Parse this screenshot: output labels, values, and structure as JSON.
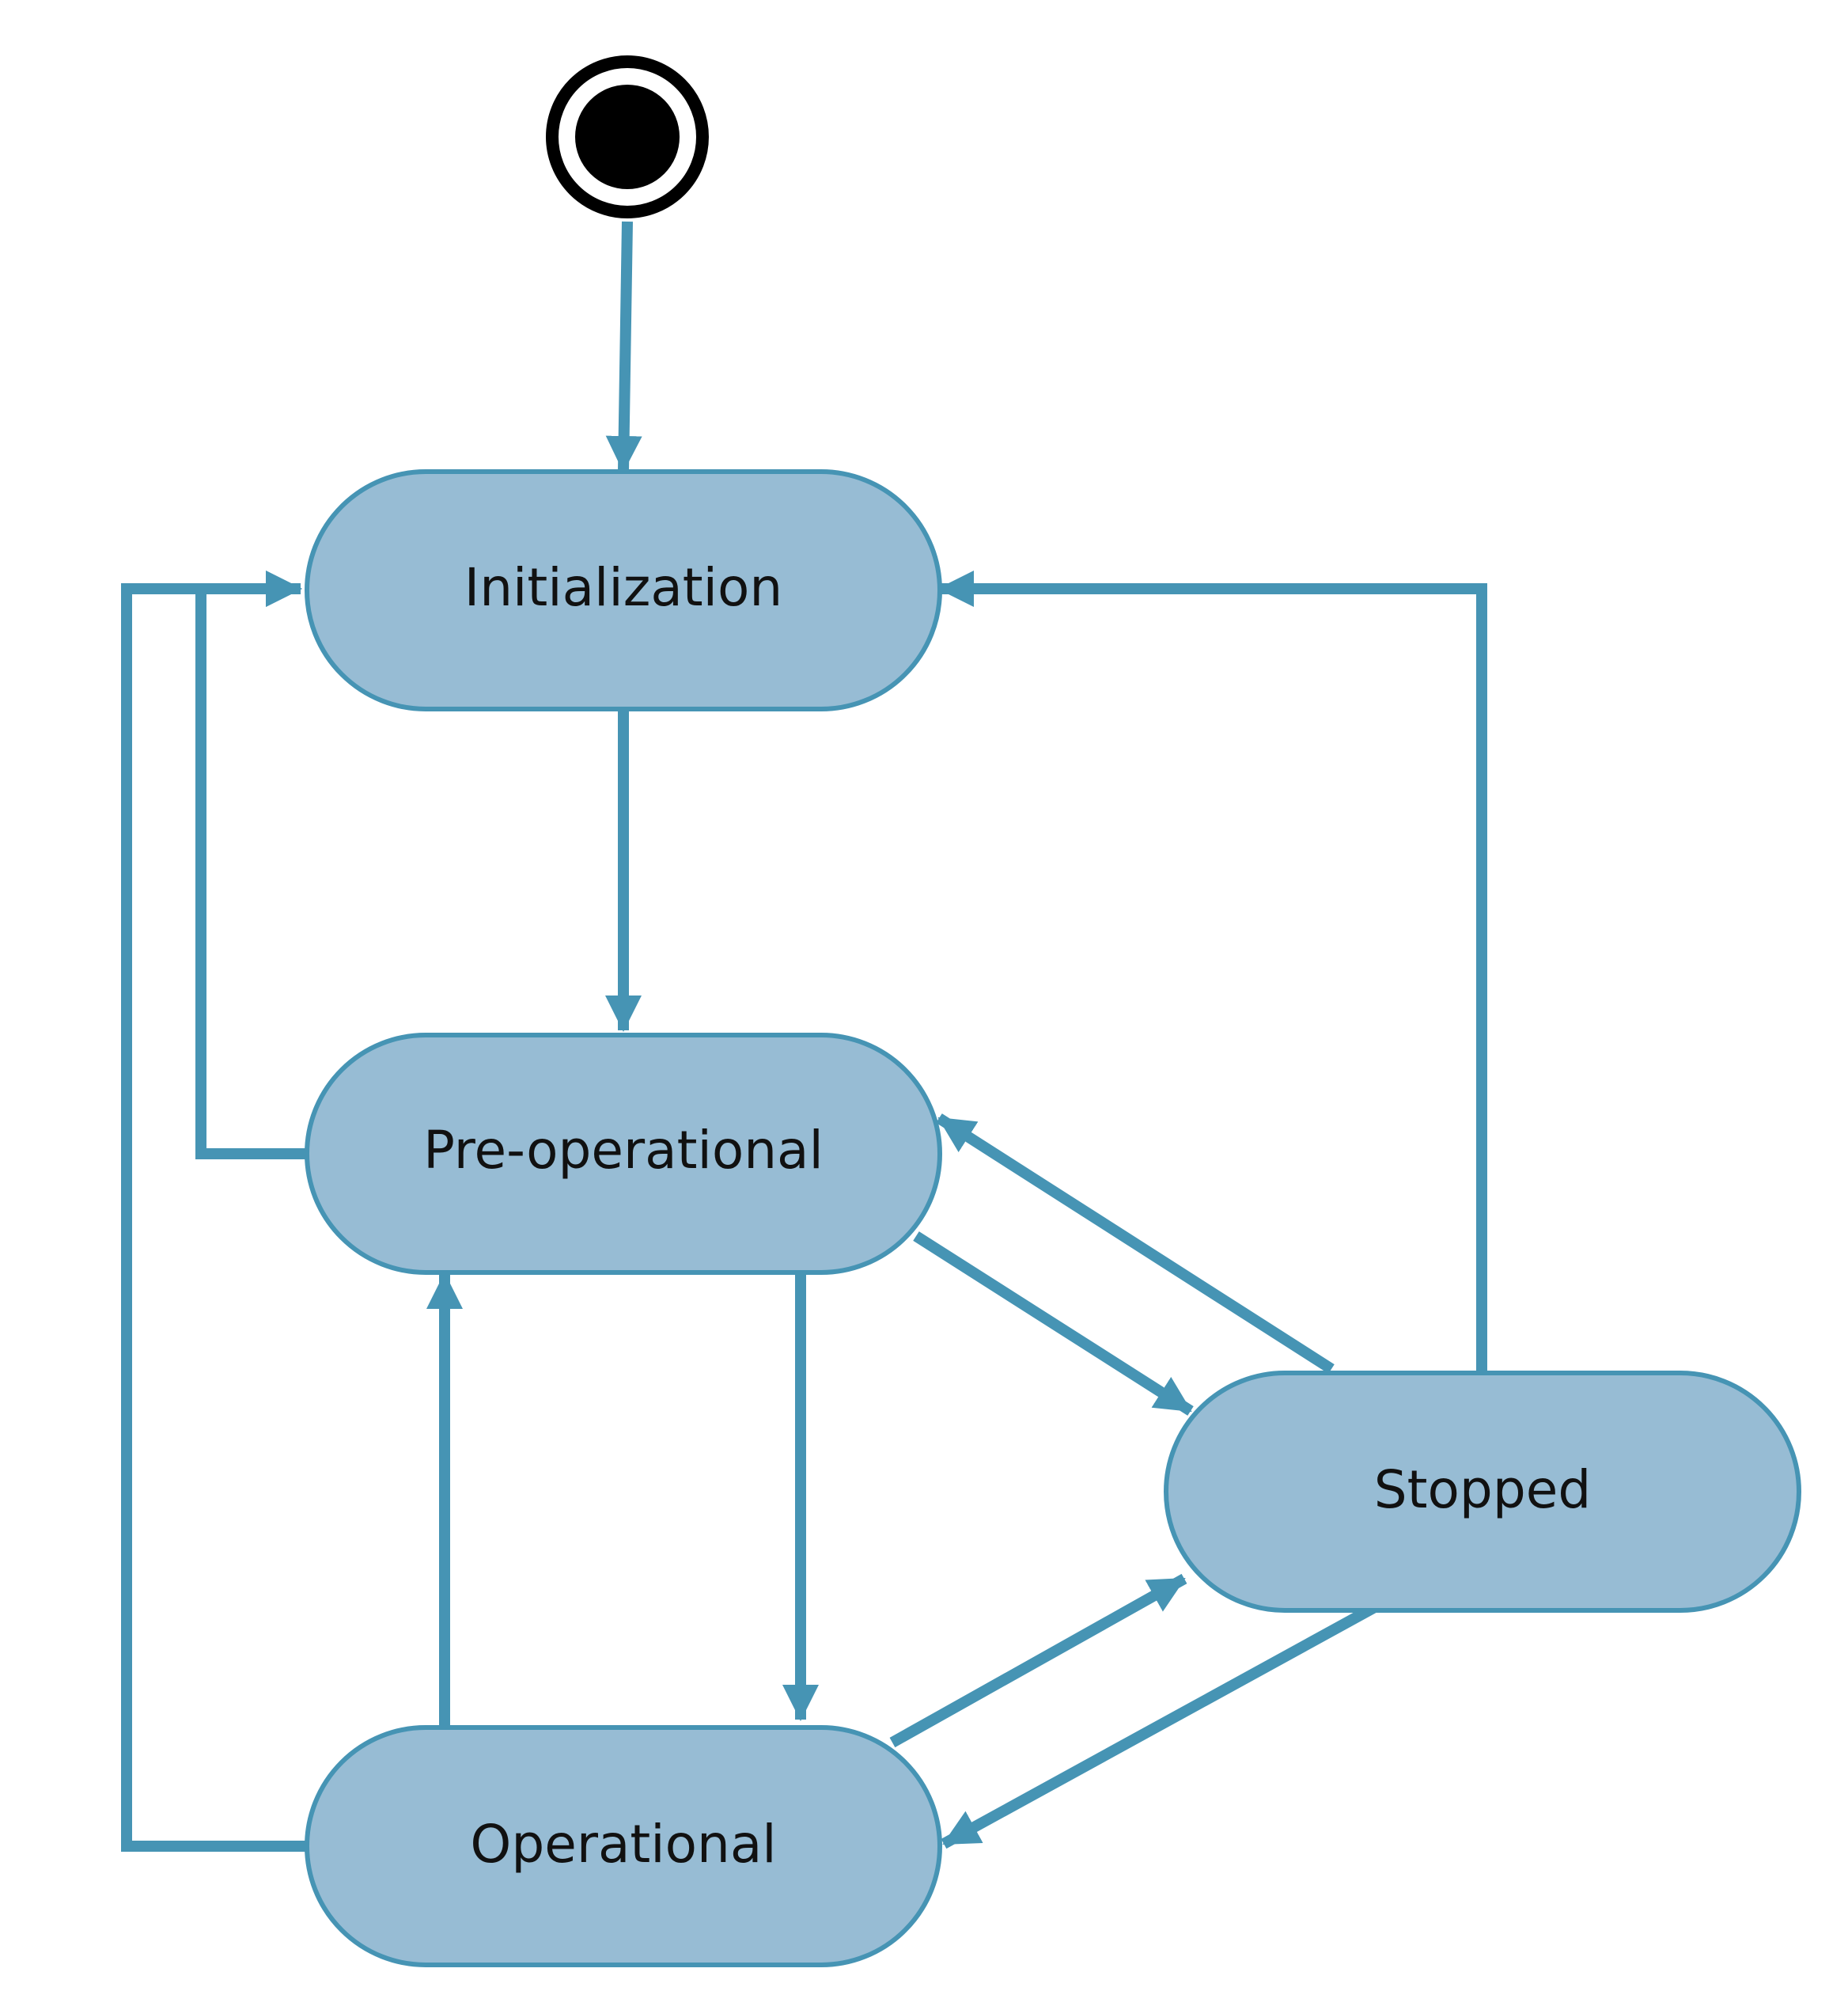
{
  "diagram": {
    "states": {
      "initialization": "Initialization",
      "pre_operational": "Pre-operational",
      "operational": "Operational",
      "stopped": "Stopped"
    },
    "colors": {
      "state_fill": "#97bcd4",
      "stroke": "#4694b4",
      "initial_node": "#000000"
    }
  }
}
